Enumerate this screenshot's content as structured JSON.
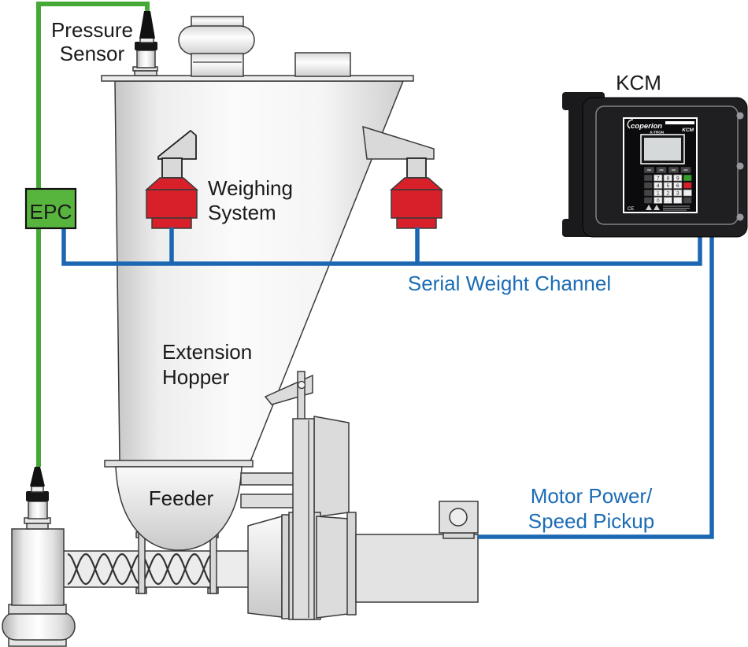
{
  "labels": {
    "pressure_sensor_line1": "Pressure",
    "pressure_sensor_line2": "Sensor",
    "epc": "EPC",
    "weighing_line1": "Weighing",
    "weighing_line2": "System",
    "hopper_line1": "Extension",
    "hopper_line2": "Hopper",
    "feeder": "Feeder",
    "kcm": "KCM",
    "serial_weight_channel": "Serial Weight Channel",
    "motor_line1": "Motor Power/",
    "motor_line2": "Speed Pickup"
  },
  "kcm_panel": {
    "brand": "coperion",
    "brand_sub": "K-TRON",
    "model": "KCM",
    "ce_mark": "CE",
    "keypad_digits": [
      [
        "7",
        "8",
        "9"
      ],
      [
        "4",
        "5",
        "6"
      ],
      [
        "1",
        "2",
        "3"
      ],
      [
        "0",
        "."
      ]
    ]
  },
  "colors": {
    "pressure_wire_green": "#46a837",
    "epc_fill_green": "#57b53e",
    "signal_wire_blue": "#1b67b3",
    "label_text_blue": "#1c6cb5",
    "load_cell_red": "#d7202a",
    "label_text_black": "#1a1a1a",
    "kcm_body_black": "#1f1f21"
  }
}
